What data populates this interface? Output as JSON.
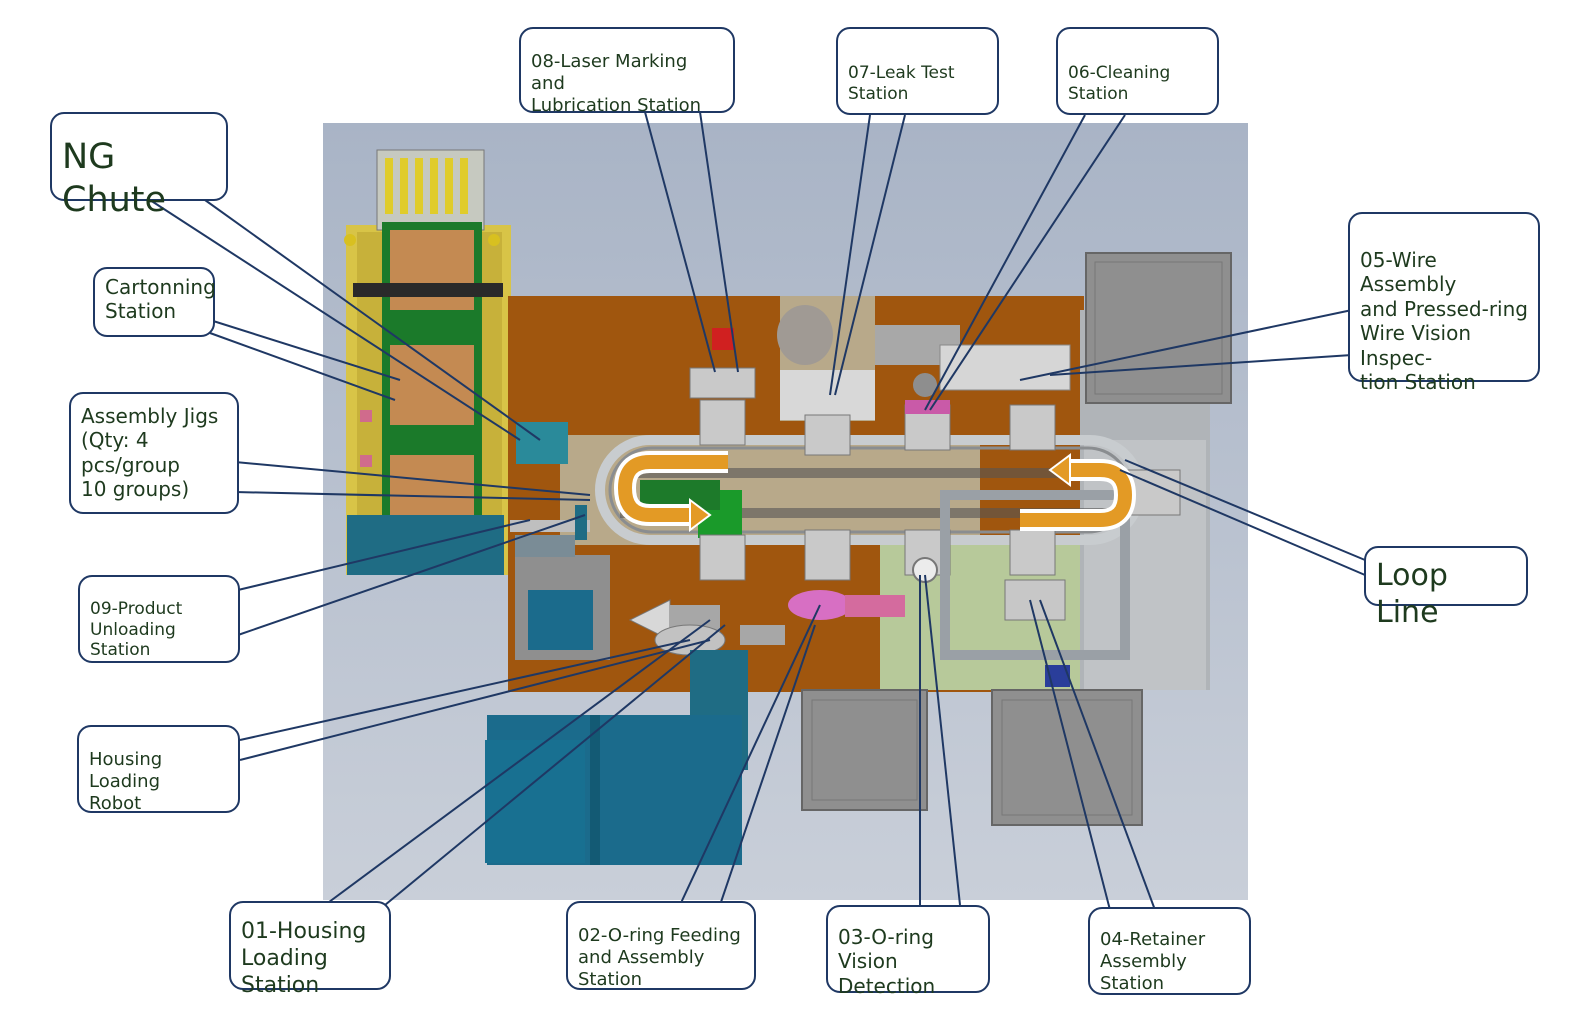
{
  "labels": {
    "ng_chute": "NG Chute",
    "cartonning": "Cartonning\nStation",
    "assembly_jigs": "Assembly Jigs\n(Qty: 4 pcs/group\n10 groups)",
    "unloading": "09-Product\nUnloading Station",
    "housing_robot": "Housing Loading\nRobot",
    "housing_loading": "01-Housing\nLoading Station",
    "oring_feeding": "02-O-ring Feeding\nand Assembly Station",
    "oring_vision": "03-O-ring\nVision Detection",
    "retainer": "04-Retainer\nAssembly Station",
    "wire_assembly": "05-Wire Assembly\nand Pressed-ring\nWire Vision Inspec-\ntion Station",
    "cleaning": "06-Cleaning Station",
    "leak_test": "07-Leak Test Station",
    "laser_marking": "08-Laser Marking and\nLubrication Station",
    "loop_line": "Loop Line"
  },
  "colors": {
    "callout_border": "#1f3864",
    "callout_text": "#1e3a1e",
    "leader_line": "#1f3864",
    "frame_orange": "#a0560e",
    "cabinet_teal": "#1b6b8c",
    "loop_arrow": "#e39a25",
    "chute_green": "#1d7a2a"
  }
}
